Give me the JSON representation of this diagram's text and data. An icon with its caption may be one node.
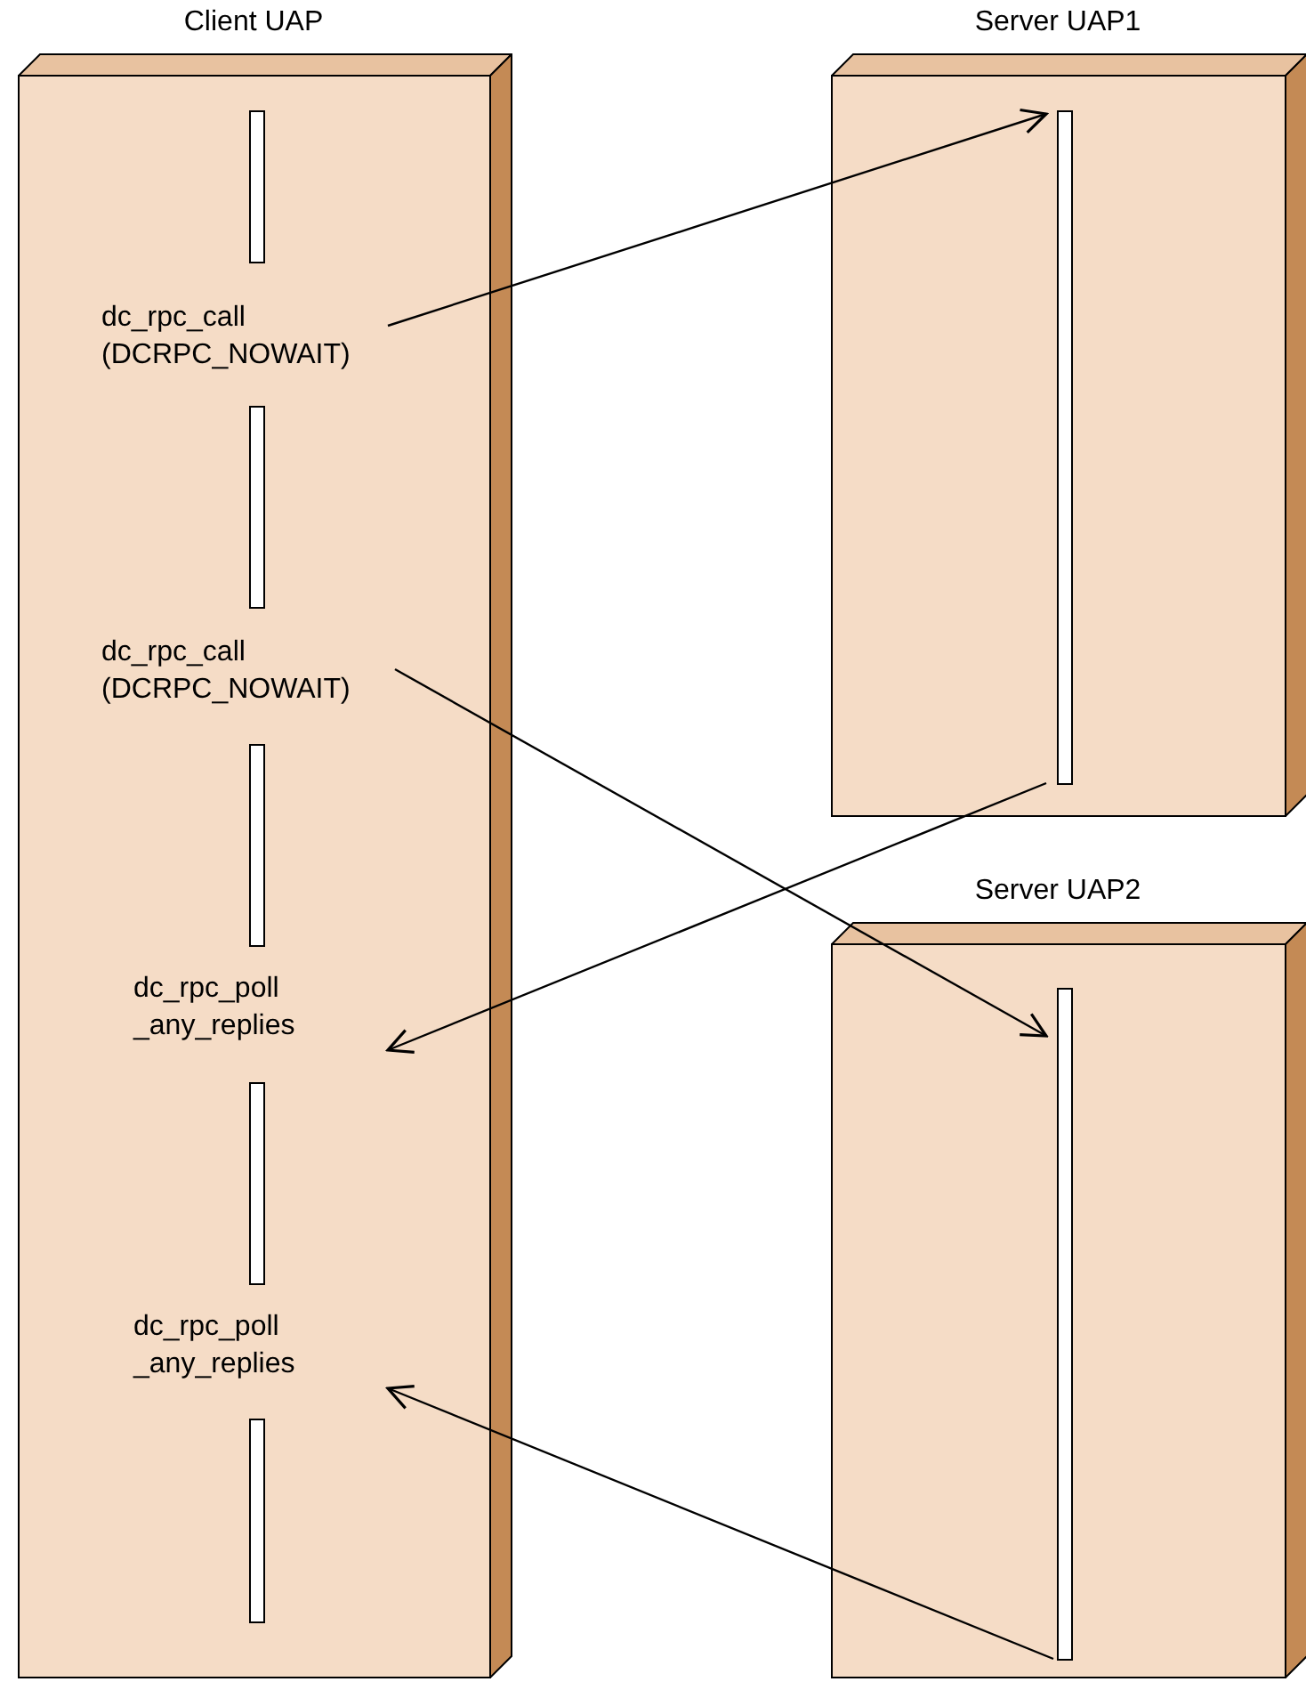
{
  "diagram": {
    "nodes": [
      {
        "text": [
          "Client UAP"
        ]
      },
      {
        "text": [
          "dc_rpc_call (DCRPC_NOWAIT)"
        ],
        "in": 0
      },
      {
        "text": [
          "dc_rpc_call (DCRPC_NOWAIT)"
        ],
        "in": 0
      },
      {
        "text": [
          "dc_rpc_poll _any_replies"
        ],
        "in": 0
      },
      {
        "text": [
          "dc_rpc_poll _any_replies"
        ],
        "in": 0
      },
      {
        "text": [
          "Server UAP1"
        ]
      },
      {
        "text": [],
        "shape": "bar",
        "in": 5
      },
      {
        "text": [
          "Server UAP2"
        ]
      },
      {
        "text": [],
        "shape": "bar",
        "in": 7
      }
    ],
    "edges": [
      {
        "from": 1,
        "to": 6,
        "arrow": "to"
      },
      {
        "from": 2,
        "to": 8,
        "arrow": "to"
      },
      {
        "from": 6,
        "to": 3,
        "arrow": "to"
      },
      {
        "from": 8,
        "to": 4,
        "arrow": "to"
      }
    ]
  }
}
